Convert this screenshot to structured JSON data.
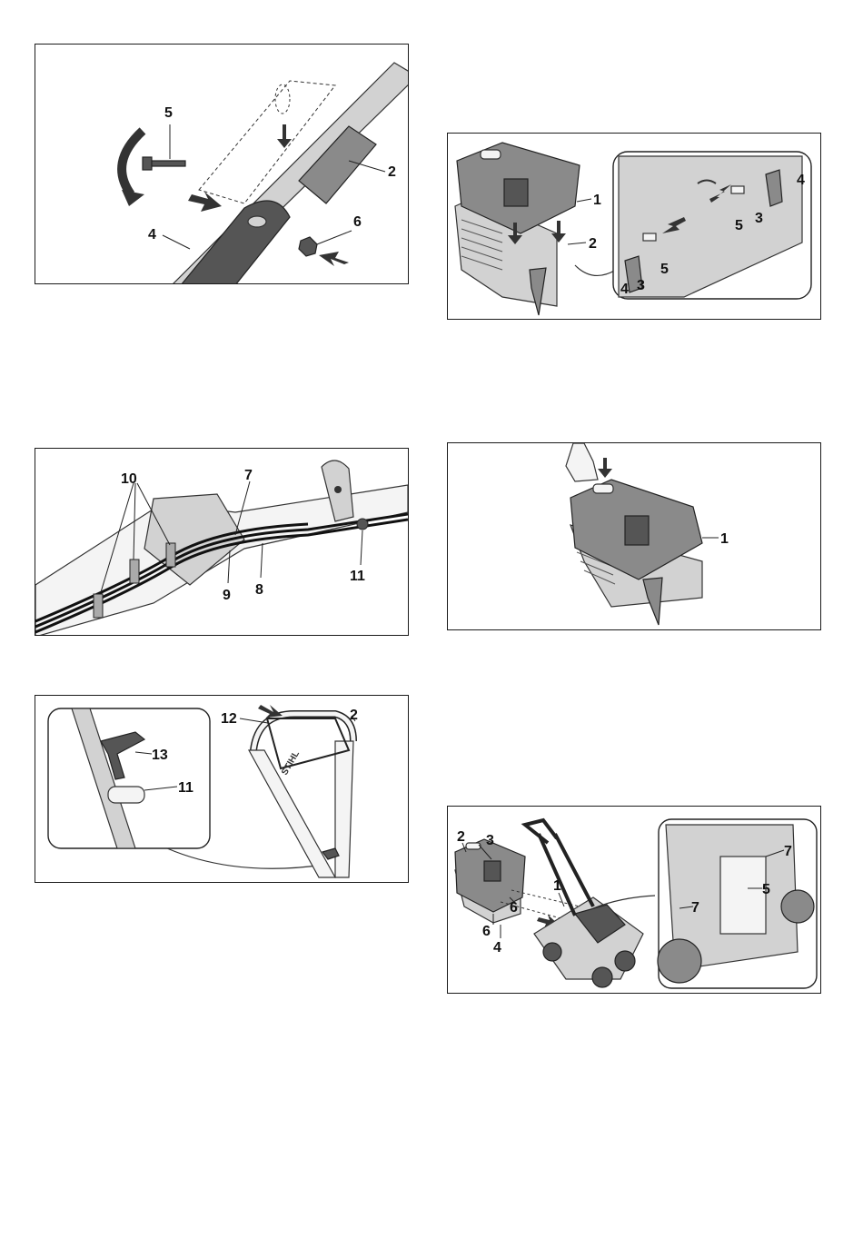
{
  "figures": [
    {
      "id": "fig-handle-bolt",
      "callouts": [
        "5",
        "2",
        "4",
        "6"
      ]
    },
    {
      "id": "fig-catcher-cover",
      "callouts": [
        "1",
        "2",
        "4",
        "3",
        "5",
        "5",
        "3",
        "4",
        "3"
      ]
    },
    {
      "id": "fig-cables",
      "callouts": [
        "10",
        "7",
        "11",
        "9",
        "8"
      ]
    },
    {
      "id": "fig-cover-press",
      "callouts": [
        "1"
      ]
    },
    {
      "id": "fig-starter-handle",
      "callouts": [
        "12",
        "2",
        "13",
        "11"
      ]
    },
    {
      "id": "fig-mower-catcher",
      "callouts": [
        "2",
        "3",
        "1",
        "6",
        "6",
        "4",
        "7",
        "5",
        "7"
      ]
    }
  ],
  "handle_text": "STIHL"
}
